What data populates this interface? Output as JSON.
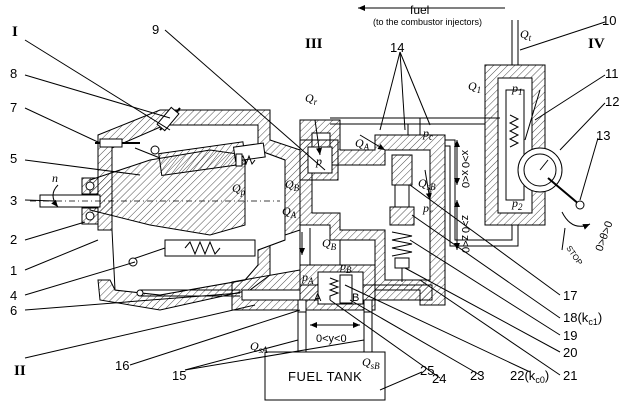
{
  "header": {
    "fuel_label": "fuel",
    "fuel_note": "(to the combustor injectors)"
  },
  "tank_label": "FUEL TANK",
  "roman_labels": [
    "I",
    "II",
    "III",
    "IV"
  ],
  "numbers": [
    "1",
    "2",
    "3",
    "4",
    "5",
    "6",
    "7",
    "8",
    "9",
    "10",
    "11",
    "12",
    "13",
    "14",
    "15",
    "16",
    "17",
    "18",
    "19",
    "20",
    "21",
    "22",
    "23",
    "24",
    "25"
  ],
  "number_suffix": {
    "n18": "(k",
    "n18_sub": "c1",
    "n22": "(k",
    "n22_sub": "c0"
  },
  "flows": {
    "Qt": "Q",
    "Qt_sub": "t",
    "Q1": "Q",
    "Q1_sub": "1",
    "Qr": "Q",
    "Qr_sub": "r",
    "QA_top": "Q",
    "QA_top_sub": "A",
    "QsB_top": "Q",
    "QsB_top_sub": "sB",
    "Qp": "Q",
    "Qp_sub": "p",
    "QB_top": "Q",
    "QB_top_sub": "B",
    "QA_mid": "Q",
    "QA_mid_sub": "A",
    "QB_mid": "Q",
    "QB_mid_sub": "B",
    "QsA": "Q",
    "QsA_sub": "sA",
    "QsB": "Q",
    "QsB_sub": "sB"
  },
  "pressures": {
    "p1": "p",
    "p1_sub": "1",
    "p2": "p",
    "p2_sub": "2",
    "pc": "p",
    "pc_sub": "c",
    "p": "p",
    "pr": "p",
    "pr_sub": "r",
    "pB": "p",
    "pB_sub": "B",
    "pA": "p",
    "pA_sub": "A"
  },
  "inequalities": {
    "x_pos": "x>0",
    "x_neg": "x<0",
    "z_pos": "z>0",
    "z_neg": "z<0",
    "y_range": "0<y<0",
    "theta_range": "0>θ>0"
  },
  "misc": {
    "n": "n",
    "A": "A",
    "B": "B",
    "stop": "STOP"
  }
}
